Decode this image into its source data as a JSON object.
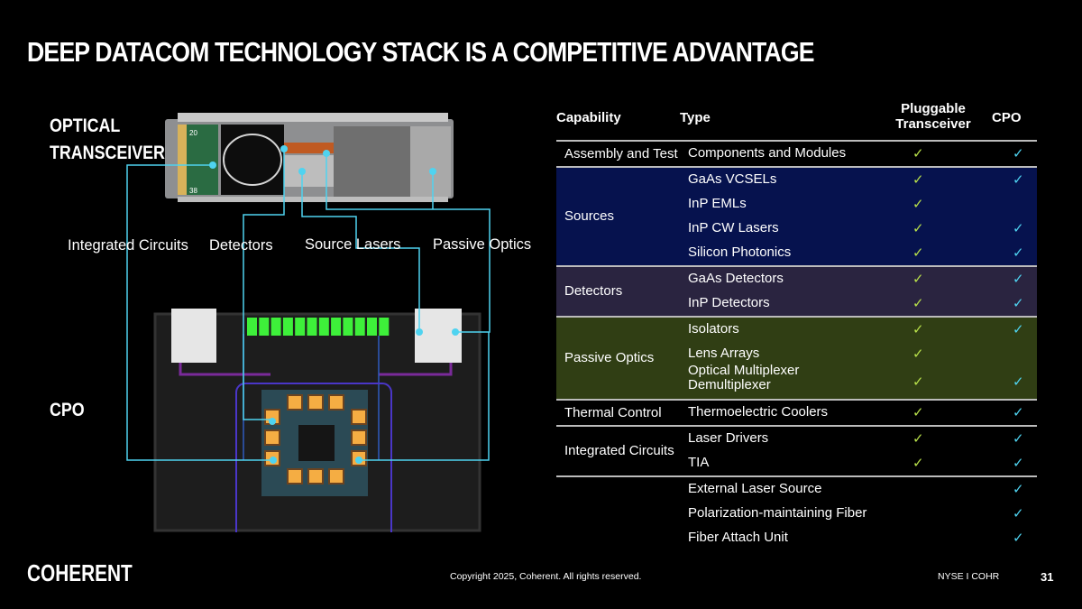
{
  "title": "DEEP DATACOM TECHNOLOGY STACK IS A COMPETITIVE ADVANTAGE",
  "left": {
    "optical_label_line1": "OPTICAL",
    "optical_label_line2": "TRANSCEIVER",
    "cpo_label": "CPO",
    "callouts": [
      "Integrated Circuits",
      "Detectors",
      "Source Lasers",
      "Passive Optics"
    ],
    "pcb_pin_labels": [
      "20",
      "38"
    ],
    "colors": {
      "callout_line": "#4fd3f0",
      "laser_array": "#3ef03a",
      "chip_pad": "#f5ad43",
      "substrate": "#2b4a55"
    }
  },
  "table": {
    "headers": {
      "capability": "Capability",
      "type": "Type",
      "pluggable_line1": "Pluggable",
      "pluggable_line2": "Transceiver",
      "cpo": "CPO"
    },
    "check_glyph": "✓",
    "colors": {
      "pluggable_check": "#b8e04a",
      "cpo_check": "#4fd3f0",
      "sources_bg": "#06124e",
      "detectors_bg": "#2a2440",
      "passive_bg": "#303e14"
    },
    "groups": [
      {
        "capability": "Assembly and Test",
        "rows": [
          {
            "type": "Components and Modules",
            "pluggable": "✓",
            "cpo": "✓"
          }
        ]
      },
      {
        "capability": "Sources",
        "rows": [
          {
            "type": "GaAs VCSELs",
            "pluggable": "✓",
            "cpo": "✓"
          },
          {
            "type": "InP EMLs",
            "pluggable": "✓",
            "cpo": ""
          },
          {
            "type": "InP CW Lasers",
            "pluggable": "✓",
            "cpo": "✓"
          },
          {
            "type": "Silicon Photonics",
            "pluggable": "✓",
            "cpo": "✓"
          }
        ]
      },
      {
        "capability": "Detectors",
        "rows": [
          {
            "type": "GaAs Detectors",
            "pluggable": "✓",
            "cpo": "✓"
          },
          {
            "type": "InP Detectors",
            "pluggable": "✓",
            "cpo": "✓"
          }
        ]
      },
      {
        "capability": "Passive Optics",
        "rows": [
          {
            "type": "Isolators",
            "pluggable": "✓",
            "cpo": "✓"
          },
          {
            "type": "Lens Arrays",
            "pluggable": "✓",
            "cpo": ""
          },
          {
            "type": "Optical Multiplexer",
            "type2": "Demultiplexer",
            "pluggable": "✓",
            "cpo": "✓"
          }
        ]
      },
      {
        "capability": "Thermal Control",
        "rows": [
          {
            "type": "Thermoelectric Coolers",
            "pluggable": "✓",
            "cpo": "✓"
          }
        ]
      },
      {
        "capability": "Integrated Circuits",
        "rows": [
          {
            "type": "Laser Drivers",
            "pluggable": "✓",
            "cpo": "✓"
          },
          {
            "type": "TIA",
            "pluggable": "✓",
            "cpo": "✓"
          }
        ]
      },
      {
        "capability": "",
        "rows": [
          {
            "type": "External Laser Source",
            "pluggable": "",
            "cpo": "✓"
          },
          {
            "type": "Polarization-maintaining Fiber",
            "pluggable": "",
            "cpo": "✓"
          },
          {
            "type": "Fiber Attach Unit",
            "pluggable": "",
            "cpo": "✓"
          }
        ]
      }
    ]
  },
  "footer": {
    "logo": "COHERENT",
    "copyright": "Copyright 2025, Coherent. All rights reserved.",
    "ticker": "NYSE I COHR",
    "page": "31"
  }
}
